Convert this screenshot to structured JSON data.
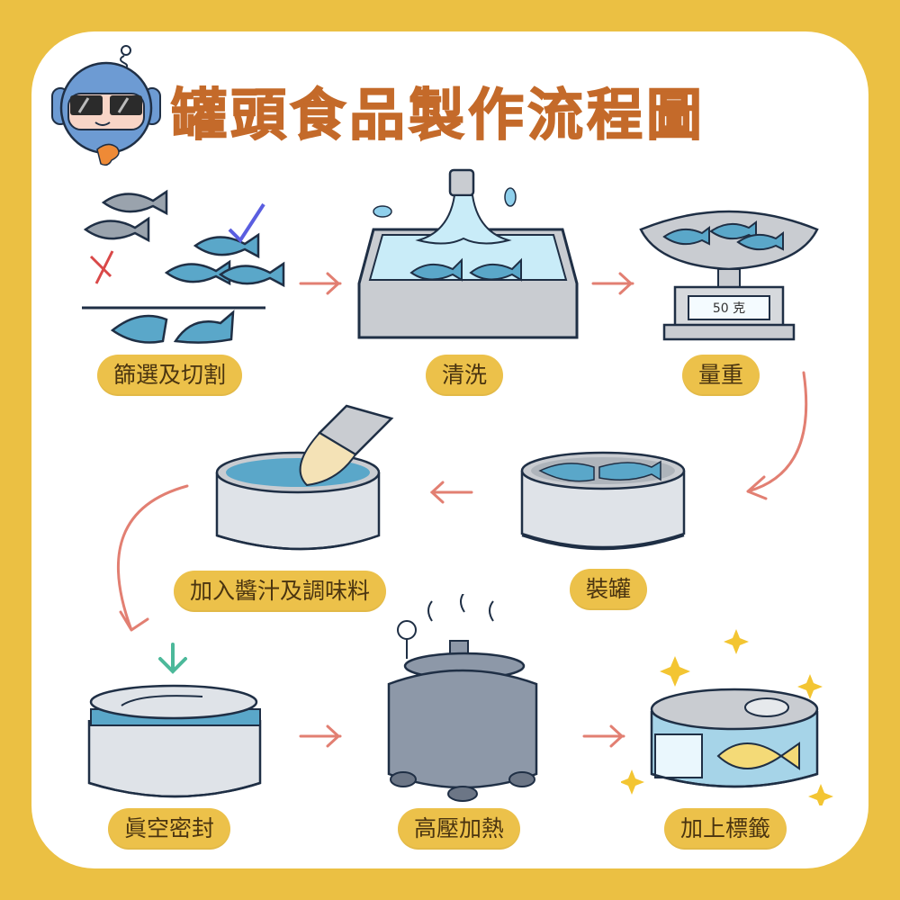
{
  "title": "罐頭食品製作流程圖",
  "mascot": {
    "icon": "mascot-with-sunglasses-icon"
  },
  "scale_readout": "50 克",
  "colors": {
    "frame": "#ebc043",
    "card": "#ffffff",
    "title": "#c46a2a",
    "pill": "#ecc14a",
    "pill_text": "#4a3410",
    "arrow": "#e27f72",
    "outline": "#1f2f45",
    "fish": "#5aa7c9",
    "check": "#5a5ee0",
    "cross": "#d94848",
    "down_arrow": "#4cb99a",
    "sparkle": "#f3c532"
  },
  "steps": [
    {
      "label": "篩選及切割",
      "icon": "fish-sorting-icon"
    },
    {
      "label": "清洗",
      "icon": "washing-sink-icon"
    },
    {
      "label": "量重",
      "icon": "weighing-scale-icon"
    },
    {
      "label": "裝罐",
      "icon": "filled-can-icon"
    },
    {
      "label": "加入醬汁及調味料",
      "icon": "seasoning-can-icon"
    },
    {
      "label": "真空密封",
      "icon": "sealed-can-icon"
    },
    {
      "label": "高壓加熱",
      "icon": "pressure-cooker-icon"
    },
    {
      "label": "加上標籤",
      "icon": "labeled-can-icon"
    }
  ],
  "step_labels_raw": [
    "篩選及切割",
    "清洗",
    "量重",
    "裝罐",
    "加入醬汁及調味料",
    "眞空密封",
    "高壓加熱",
    "加上標籤"
  ]
}
